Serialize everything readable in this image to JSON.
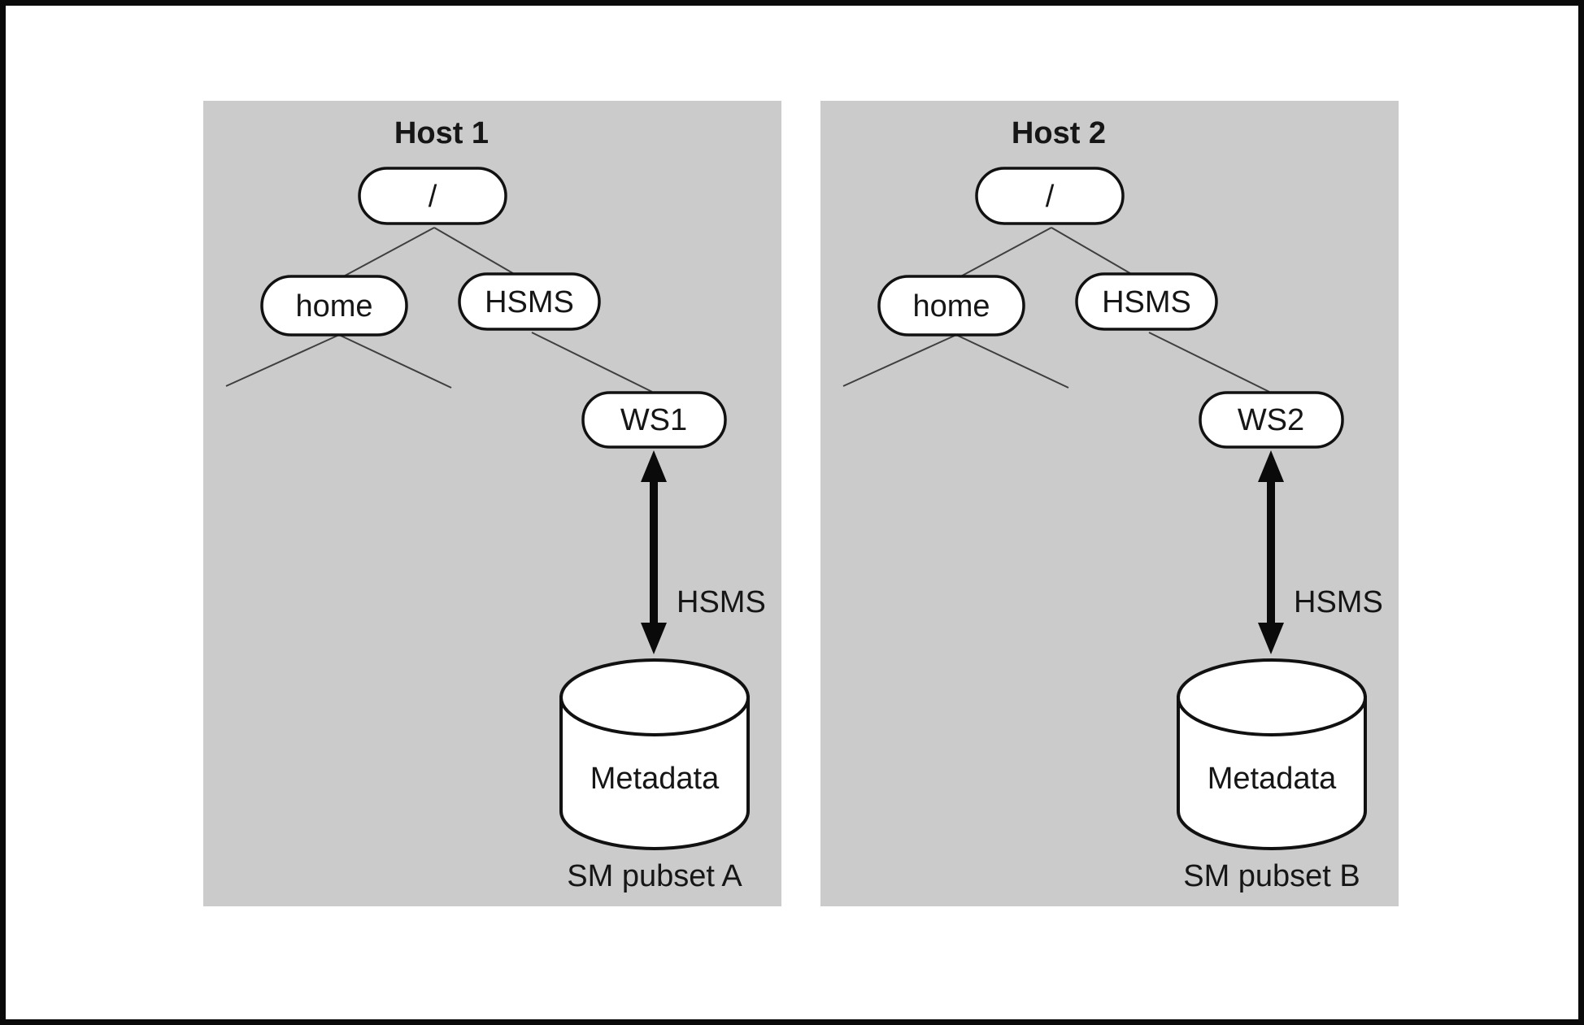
{
  "figure": {
    "panels": [
      {
        "title": "Host 1",
        "root_label": "/",
        "home_label": "home",
        "hsms_label": "HSMS",
        "ws_label": "WS1",
        "arrow_label": "HSMS",
        "db_label": "Metadata",
        "caption": "SM pubset A"
      },
      {
        "title": "Host 2",
        "root_label": "/",
        "home_label": "home",
        "hsms_label": "HSMS",
        "ws_label": "WS2",
        "arrow_label": "HSMS",
        "db_label": "Metadata",
        "caption": "SM pubset B"
      }
    ],
    "colors": {
      "panel_bg": "#cbcbcb",
      "node_fill": "#ffffff",
      "outline": "#111111",
      "edge_line": "#3f3f3f",
      "text": "#161616",
      "frame": "#0a0a0a"
    }
  }
}
